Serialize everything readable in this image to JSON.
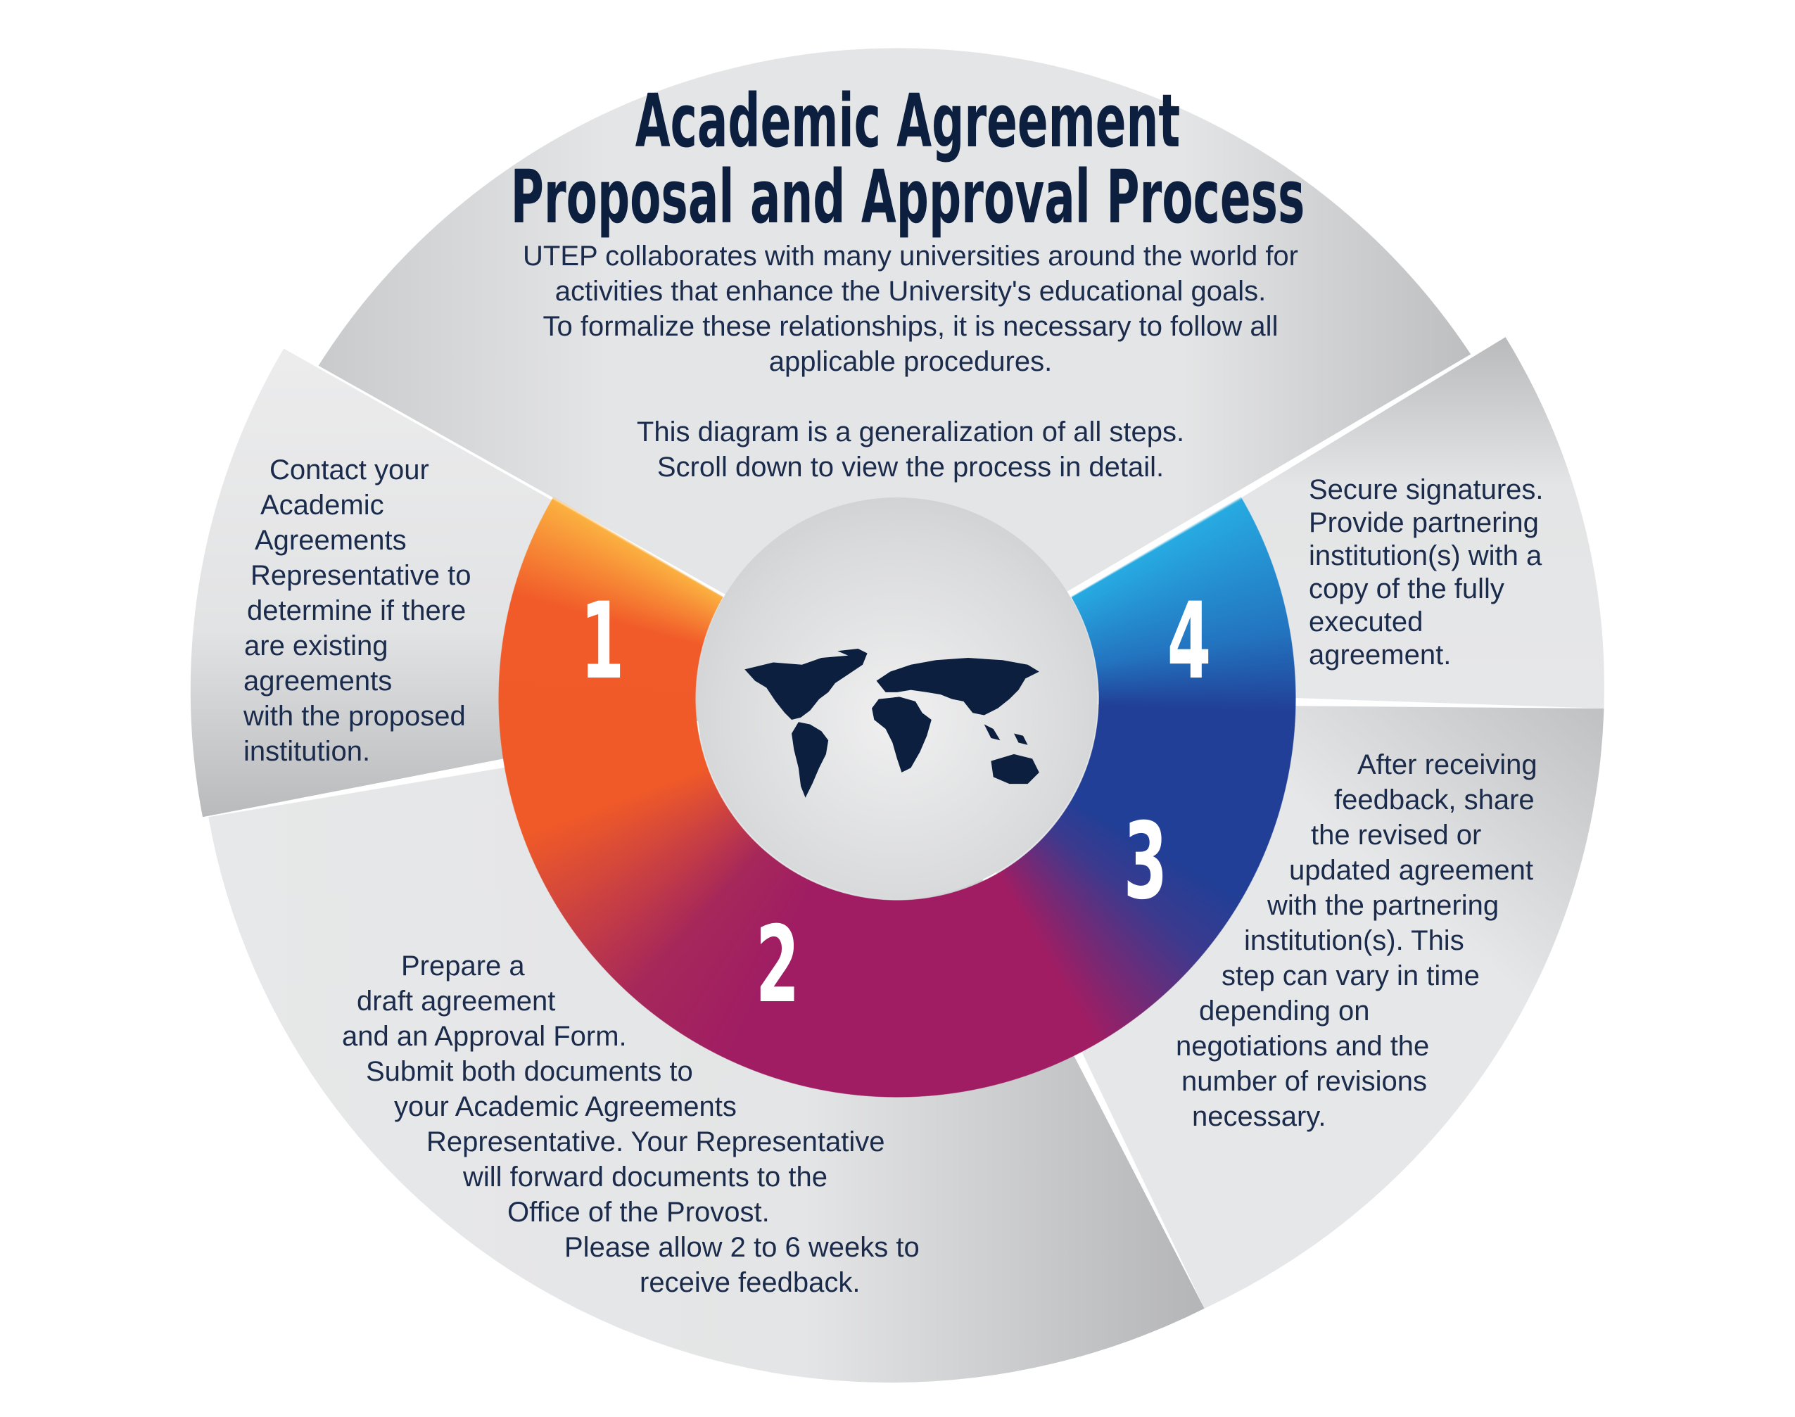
{
  "title": {
    "line1": "Academic Agreement",
    "line2": "Proposal and Approval Process"
  },
  "intro": {
    "lines": [
      "UTEP collaborates with many universities around the world for",
      "activities that enhance the University's educational goals.",
      "To formalize these relationships, it is necessary to follow all",
      "applicable procedures."
    ],
    "note_lines": [
      "This diagram is a generalization of all steps.",
      "Scroll down to view the process in detail."
    ]
  },
  "steps": [
    {
      "number": "1",
      "lines": [
        "Contact your",
        "Academic",
        "Agreements",
        "Representative to",
        "determine if there",
        "are existing",
        "agreements",
        "with the proposed",
        "institution."
      ]
    },
    {
      "number": "2",
      "lines": [
        "Prepare a",
        "draft agreement",
        "and an Approval Form.",
        "Submit both documents to",
        "your Academic Agreements",
        "Representative. Your Representative",
        "will forward documents to the",
        "Office of the Provost.",
        "Please allow 2 to 6 weeks to",
        "receive feedback."
      ]
    },
    {
      "number": "3",
      "lines": [
        "After receiving",
        "feedback, share",
        "the revised or",
        "updated agreement",
        "with the partnering",
        "institution(s). This",
        "step can vary in time",
        "depending on",
        "negotiations and the",
        "number of revisions",
        "necessary."
      ]
    },
    {
      "number": "4",
      "lines": [
        "Secure signatures.",
        "Provide partnering",
        "institution(s) with a",
        "copy of the fully",
        "executed",
        "agreement."
      ]
    }
  ],
  "icons": {
    "center": "world-map-icon"
  },
  "colors": {
    "navy": "#0c1f3f",
    "orange": "#f15a29",
    "yellow": "#fbb040",
    "magenta": "#a01d63",
    "blue": "#213f96",
    "light_blue": "#27aae1",
    "gray": "#e6e7e8"
  }
}
